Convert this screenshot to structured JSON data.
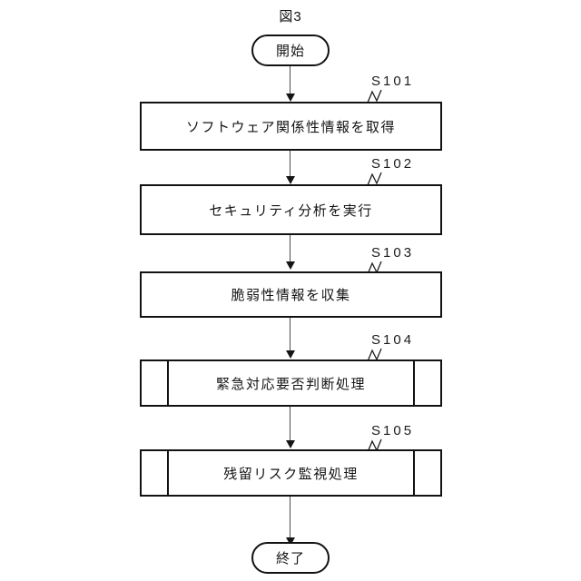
{
  "figure": {
    "title": "図3"
  },
  "nodes": {
    "start": {
      "label": "開始",
      "shape": "terminator"
    },
    "end": {
      "label": "終了",
      "shape": "terminator"
    },
    "steps": [
      {
        "id": "S101",
        "label": "ソフトウェア関係性情報を取得",
        "shape": "process"
      },
      {
        "id": "S102",
        "label": "セキュリティ分析を実行",
        "shape": "process"
      },
      {
        "id": "S103",
        "label": "脆弱性情報を収集",
        "shape": "process"
      },
      {
        "id": "S104",
        "label": "緊急対応要否判断処理",
        "shape": "predefined-process"
      },
      {
        "id": "S105",
        "label": "残留リスク監視処理",
        "shape": "predefined-process"
      }
    ]
  },
  "colors": {
    "stroke": "#121212",
    "connector": "#4d4d4d",
    "text": "#141414",
    "background": "#ffffff"
  }
}
